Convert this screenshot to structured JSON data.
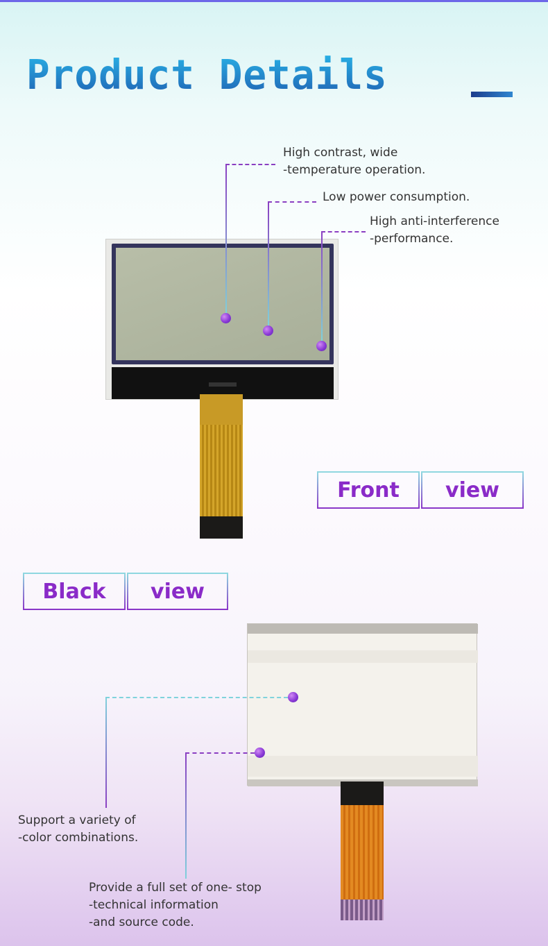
{
  "header": {
    "title": "Product Details"
  },
  "front": {
    "features": [
      {
        "line1": "High contrast, wide",
        "line2": "-temperature operation."
      },
      {
        "line1": "Low power consumption.",
        "line2": ""
      },
      {
        "line1": "High anti-interference",
        "line2": "-performance."
      }
    ],
    "tag": {
      "word1": "Front",
      "word2": "view"
    }
  },
  "back": {
    "tag": {
      "word1": "Black",
      "word2": "view"
    },
    "features": [
      {
        "line1": "Support a variety of",
        "line2": "-color combinations.",
        "line3": ""
      },
      {
        "line1": "Provide a full set of one- stop",
        "line2": "-technical information",
        "line3": "-and source code."
      }
    ]
  },
  "colors": {
    "title_gradient_top": "#29b5e8",
    "title_gradient_bottom": "#1f5eb0",
    "accent_purple": "#8a2bc8",
    "dash_cyan": "#7fd3dc"
  }
}
